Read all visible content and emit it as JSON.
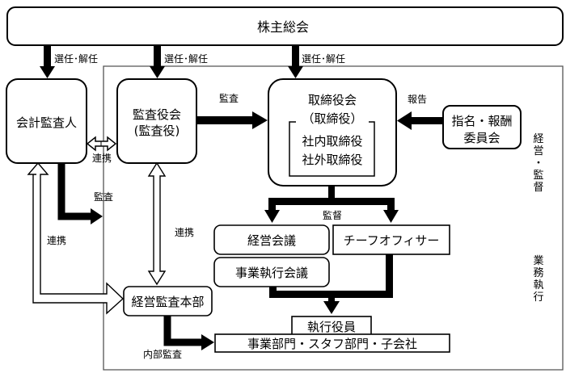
{
  "nodes": {
    "shareholders_meeting": "株主総会",
    "accounting_auditor": "会計監査人",
    "audit_board_line1": "監査役会",
    "audit_board_line2": "(監査役)",
    "board_line1": "取締役会",
    "board_line2": "（取締役）",
    "board_internal": "社内取締役",
    "board_external": "社外取締役",
    "committee_line1": "指名・報酬",
    "committee_line2": "委員会",
    "management_meeting": "経営会議",
    "business_exec_meeting": "事業執行会議",
    "chief_officer": "チーフオフィサー",
    "internal_audit_dept": "経営監査本部",
    "executive_officer": "執行役員",
    "divisions": "事業部門・スタフ部門・子会社"
  },
  "edges": {
    "appoint_dismiss_1": "選任･解任",
    "appoint_dismiss_2": "選任･解任",
    "appoint_dismiss_3": "選任･解任",
    "audit_to_board": "監査",
    "report": "報告",
    "cooperation_top": "連携",
    "audit_accounting": "監査",
    "cooperation_left": "連携",
    "cooperation_mid": "連携",
    "supervision": "監督",
    "internal_audit": "内部監査"
  },
  "side_labels": {
    "management_supervision": [
      "経",
      "営",
      "・",
      "監",
      "督"
    ],
    "business_execution": [
      "業",
      "務",
      "執",
      "行"
    ]
  }
}
